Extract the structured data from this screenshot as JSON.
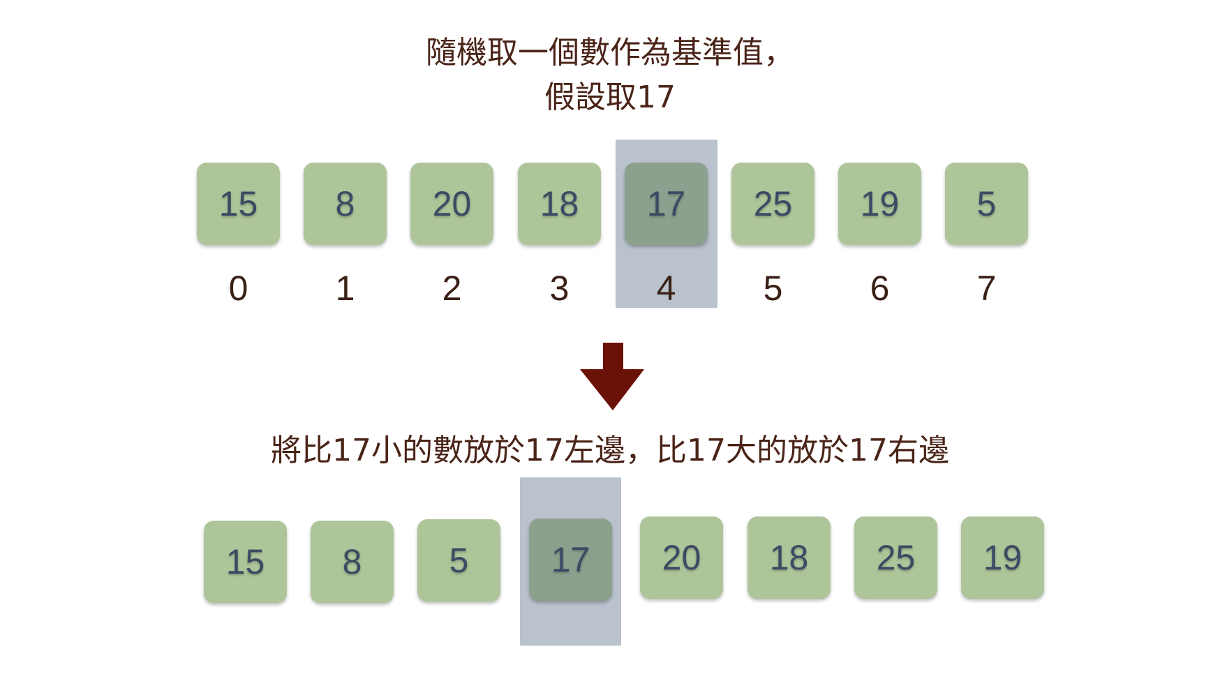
{
  "heading_line1": "隨機取一個數作為基準值，",
  "heading_line2": "假設取17",
  "caption": "將比17小的數放於17左邊，比17大的放於17右邊",
  "before": {
    "values": [
      "15",
      "8",
      "20",
      "18",
      "17",
      "25",
      "19",
      "5"
    ],
    "indices": [
      "0",
      "1",
      "2",
      "3",
      "4",
      "5",
      "6",
      "7"
    ],
    "pivot_index": 4
  },
  "after": {
    "values": [
      "15",
      "8",
      "5",
      "17",
      "20",
      "18",
      "25",
      "19"
    ],
    "pivot_index": 3
  },
  "colors": {
    "box": "#aec59a",
    "pivot": "#8ca08e",
    "highlight": "#b9c2cd",
    "arrow": "#6b1208"
  }
}
